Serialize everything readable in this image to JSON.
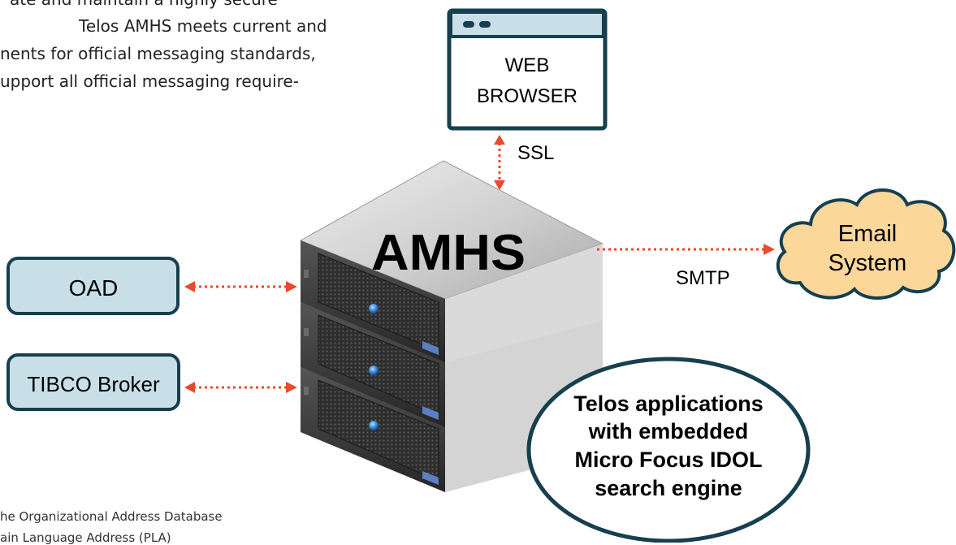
{
  "intro_text": {
    "line1": "ate and maintain a highly secure",
    "line2": "Telos AMHS meets current and",
    "line3": "nents for official messaging standards,",
    "line4": "upport all official messaging require-"
  },
  "web_browser": {
    "line1": "WEB",
    "line2": "BROWSER"
  },
  "ssl_label": "SSL",
  "amhs_label": "AMHS",
  "smtp_label": "SMTP",
  "email_system": {
    "line1": "Email",
    "line2": "System"
  },
  "oad_label": "OAD",
  "tibco_label": "TIBCO Broker",
  "telos_bubble": {
    "line1": "Telos applications",
    "line2": "with embedded",
    "line3": "Micro Focus IDOL",
    "line4": "search engine"
  },
  "footnotes": {
    "line1": "he Organizational Address Database",
    "line2": "ain Language Address (PLA)"
  },
  "colors": {
    "navy": "#163f4f",
    "box_fill": "#c9dfe8",
    "cloud_fill": "#fbd79a",
    "arrow": "#e84a2c",
    "server_top": "#cfcfcf",
    "server_front": "#3c3c3c",
    "server_light": "#4a8ad8"
  }
}
